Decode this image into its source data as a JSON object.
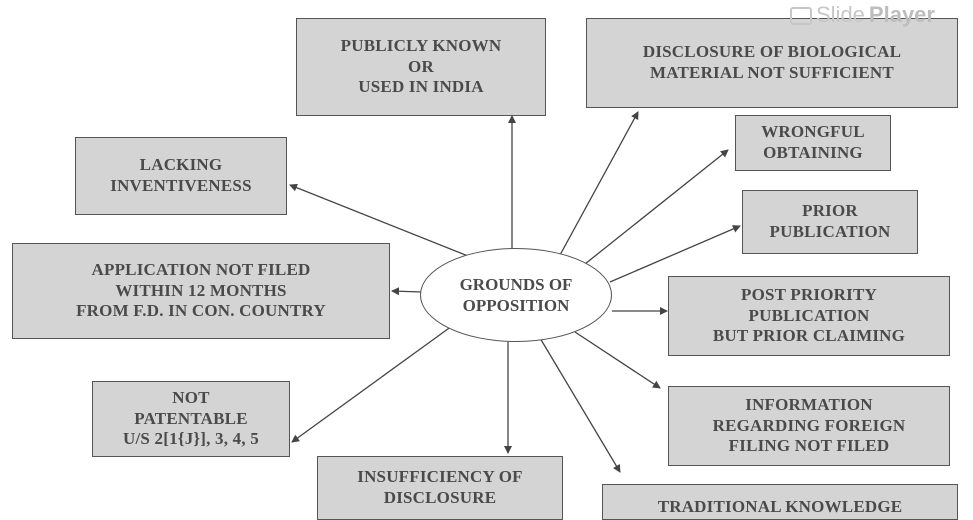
{
  "center": {
    "label": "GROUNDS OF\nOPPOSITION"
  },
  "grounds": [
    {
      "id": "publicly-known",
      "label": "PUBLICLY KNOWN\nOR\nUSED IN INDIA"
    },
    {
      "id": "biological-material",
      "label": "DISCLOSURE OF BIOLOGICAL\nMATERIAL NOT SUFFICIENT"
    },
    {
      "id": "wrongful-obtaining",
      "label": "WRONGFUL\nOBTAINING"
    },
    {
      "id": "lacking-inventiveness",
      "label": "LACKING\nINVENTIVENESS"
    },
    {
      "id": "prior-publication",
      "label": "PRIOR\nPUBLICATION"
    },
    {
      "id": "application-not-filed",
      "label": "APPLICATION NOT FILED\nWITHIN 12 MONTHS\nFROM F.D. IN CON. COUNTRY"
    },
    {
      "id": "post-priority-publication",
      "label": "POST PRIORITY\nPUBLICATION\nBUT PRIOR CLAIMING"
    },
    {
      "id": "not-patentable",
      "label": "NOT\nPATENTABLE\nU/S 2[1{J}], 3, 4, 5"
    },
    {
      "id": "foreign-filing",
      "label": "INFORMATION\nREGARDING FOREIGN\nFILING NOT FILED"
    },
    {
      "id": "insufficiency-of-disclosure",
      "label": "INSUFFICIENCY OF\nDISCLOSURE"
    },
    {
      "id": "traditional-knowledge",
      "label": "TRADITIONAL KNOWLEDGE"
    }
  ],
  "watermark": {
    "prefix": "Slide",
    "brand": "Player"
  }
}
